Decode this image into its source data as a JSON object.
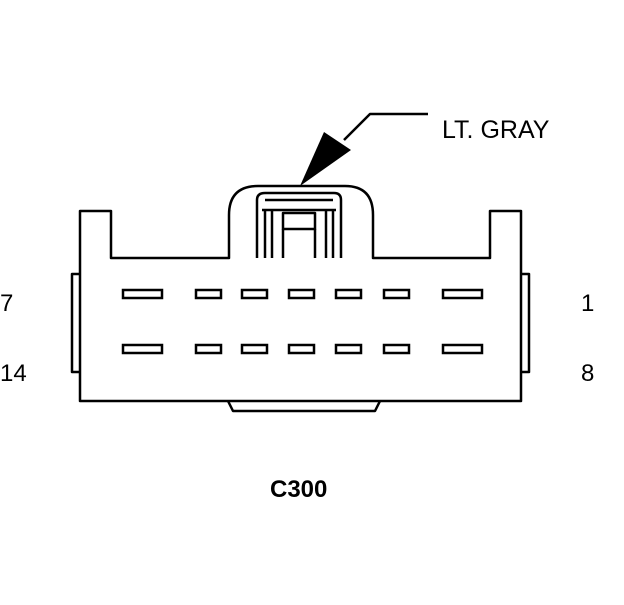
{
  "callout": {
    "wire_color": "LT. GRAY"
  },
  "connector": {
    "id": "C300",
    "pin_top_left": "7",
    "pin_top_right": "1",
    "pin_bottom_left": "14",
    "pin_bottom_right": "8",
    "rows": 2,
    "cavities_per_row": 7
  },
  "colors": {
    "line": "#000000",
    "background": "#ffffff"
  }
}
